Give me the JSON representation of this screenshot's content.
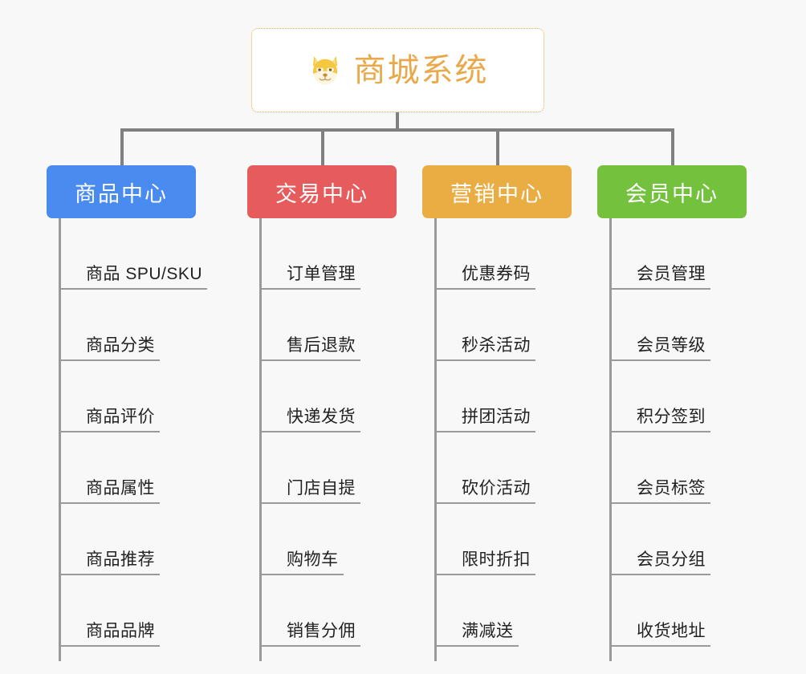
{
  "root": {
    "icon": "dog-face-icon",
    "title": "商城系统"
  },
  "colors": {
    "background": "#f8f8f8",
    "root_border": "#e9a94a",
    "root_text": "#e9a94a",
    "connector": "#808080",
    "spine": "#9a9a9a",
    "products": "#4a8bf0",
    "trade": "#e65c5c",
    "marketing": "#eaad43",
    "member": "#73c13d",
    "leaf_text": "#222222"
  },
  "branches": [
    {
      "label": "商品中心",
      "color": "#4a8bf0",
      "items": [
        "商品 SPU/SKU",
        "商品分类",
        "商品评价",
        "商品属性",
        "商品推荐",
        "商品品牌"
      ]
    },
    {
      "label": "交易中心",
      "color": "#e65c5c",
      "items": [
        "订单管理",
        "售后退款",
        "快递发货",
        "门店自提",
        "购物车",
        "销售分佣"
      ]
    },
    {
      "label": "营销中心",
      "color": "#eaad43",
      "items": [
        "优惠券码",
        "秒杀活动",
        "拼团活动",
        "砍价活动",
        "限时折扣",
        "满减送"
      ]
    },
    {
      "label": "会员中心",
      "color": "#73c13d",
      "items": [
        "会员管理",
        "会员等级",
        "积分签到",
        "会员标签",
        "会员分组",
        "收货地址"
      ]
    }
  ]
}
